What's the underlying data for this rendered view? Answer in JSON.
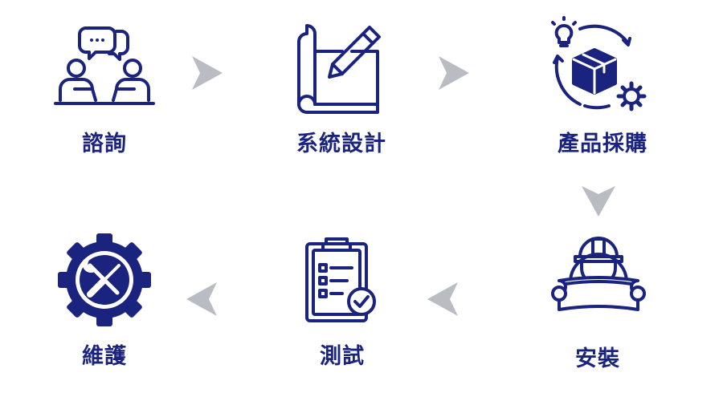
{
  "colors": {
    "icon": "#1a237e",
    "label": "#1a237e",
    "arrow": "#b9bcc2"
  },
  "steps": [
    {
      "label": "諮詢",
      "icon": "consultation-people-chat-icon"
    },
    {
      "label": "系統設計",
      "icon": "blueprint-pencil-icon"
    },
    {
      "label": "產品採購",
      "icon": "product-box-cycle-icon"
    },
    {
      "label": "安裝",
      "icon": "engineer-blueprint-icon"
    },
    {
      "label": "測試",
      "icon": "clipboard-checklist-icon"
    },
    {
      "label": "維護",
      "icon": "gear-tools-icon"
    }
  ],
  "arrows": [
    "arrow-right",
    "arrow-right",
    "arrow-down",
    "arrow-left",
    "arrow-left"
  ]
}
